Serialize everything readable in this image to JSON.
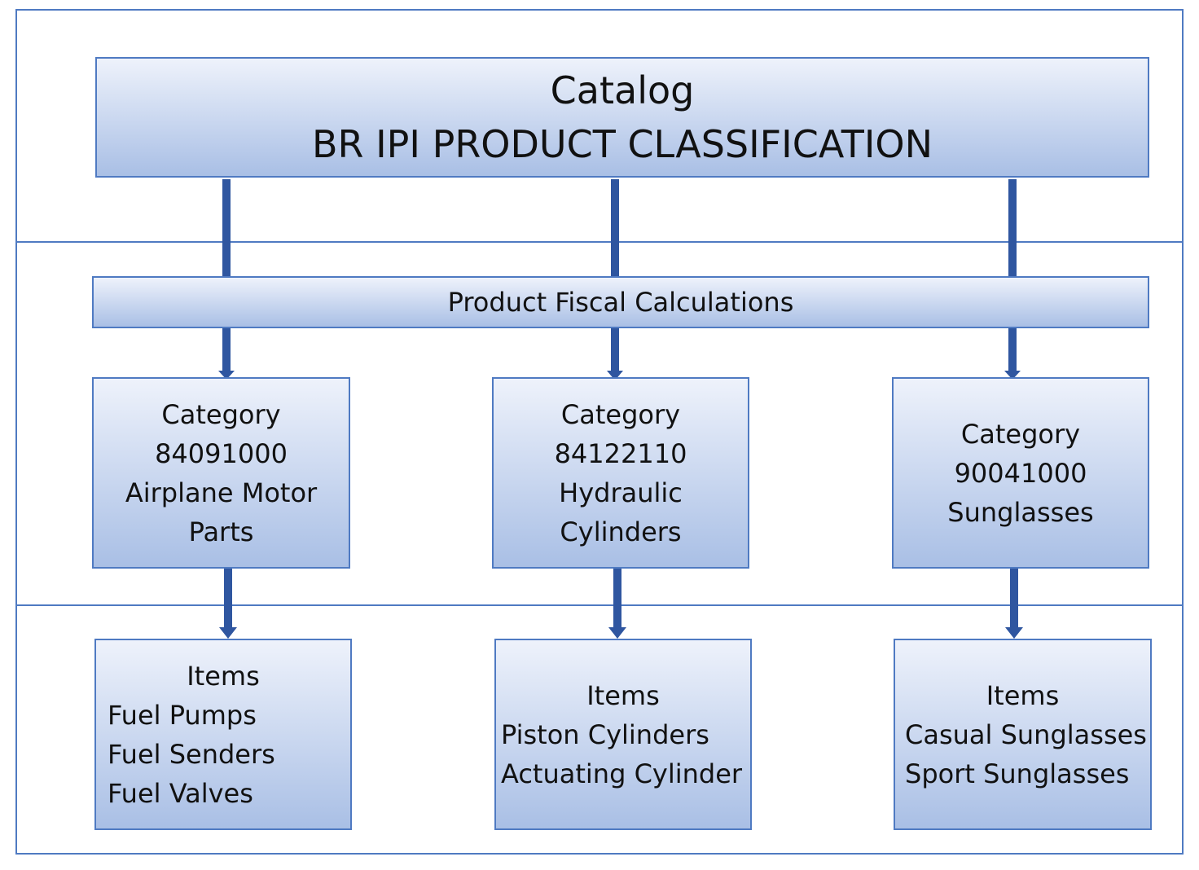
{
  "colors": {
    "border": "#4f7ac2",
    "connector": "#2f56a0",
    "box_top": "#eef2fb",
    "box_bottom": "#a9bfe5"
  },
  "catalog": {
    "line1": "Catalog",
    "line2": "BR IPI PRODUCT CLASSIFICATION"
  },
  "fiscal": {
    "label": "Product Fiscal Calculations"
  },
  "categories": [
    {
      "heading": "Category",
      "code": "84091000",
      "name_lines": [
        "Airplane Motor",
        "Parts"
      ]
    },
    {
      "heading": "Category",
      "code": "84122110",
      "name_lines": [
        "Hydraulic",
        "Cylinders"
      ]
    },
    {
      "heading": "Category",
      "code": "90041000",
      "name_lines": [
        "Sunglasses"
      ]
    }
  ],
  "items": [
    {
      "heading": "Items",
      "lines": [
        "Fuel Pumps",
        "Fuel Senders",
        "Fuel Valves"
      ]
    },
    {
      "heading": "Items",
      "lines": [
        "Piston Cylinders",
        "Actuating Cylinder"
      ]
    },
    {
      "heading": "Items",
      "lines": [
        "Casual Sunglasses",
        "Sport Sunglasses"
      ]
    }
  ]
}
